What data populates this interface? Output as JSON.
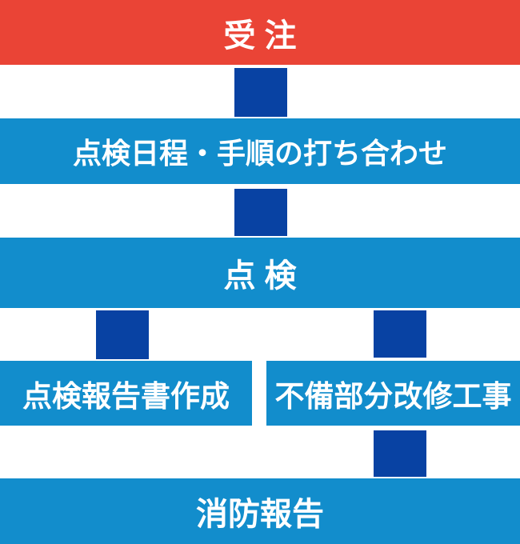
{
  "palette": {
    "step_start_red": "#EA4436",
    "step_process_blue": "#128DCC",
    "connector_dark_blue": "#0842A3",
    "label_text": "#FFFFFF",
    "background": "#FFFFFF"
  },
  "flowchart": {
    "steps": [
      {
        "id": "order",
        "label": "受 注"
      },
      {
        "id": "schedule",
        "label": "点検日程・手順の打ち合わせ"
      },
      {
        "id": "inspection",
        "label": "点 検"
      },
      {
        "id": "report",
        "label": "点検報告書作成"
      },
      {
        "id": "repair",
        "label": "不備部分改修工事"
      },
      {
        "id": "fire-report",
        "label": "消防報告"
      }
    ]
  }
}
